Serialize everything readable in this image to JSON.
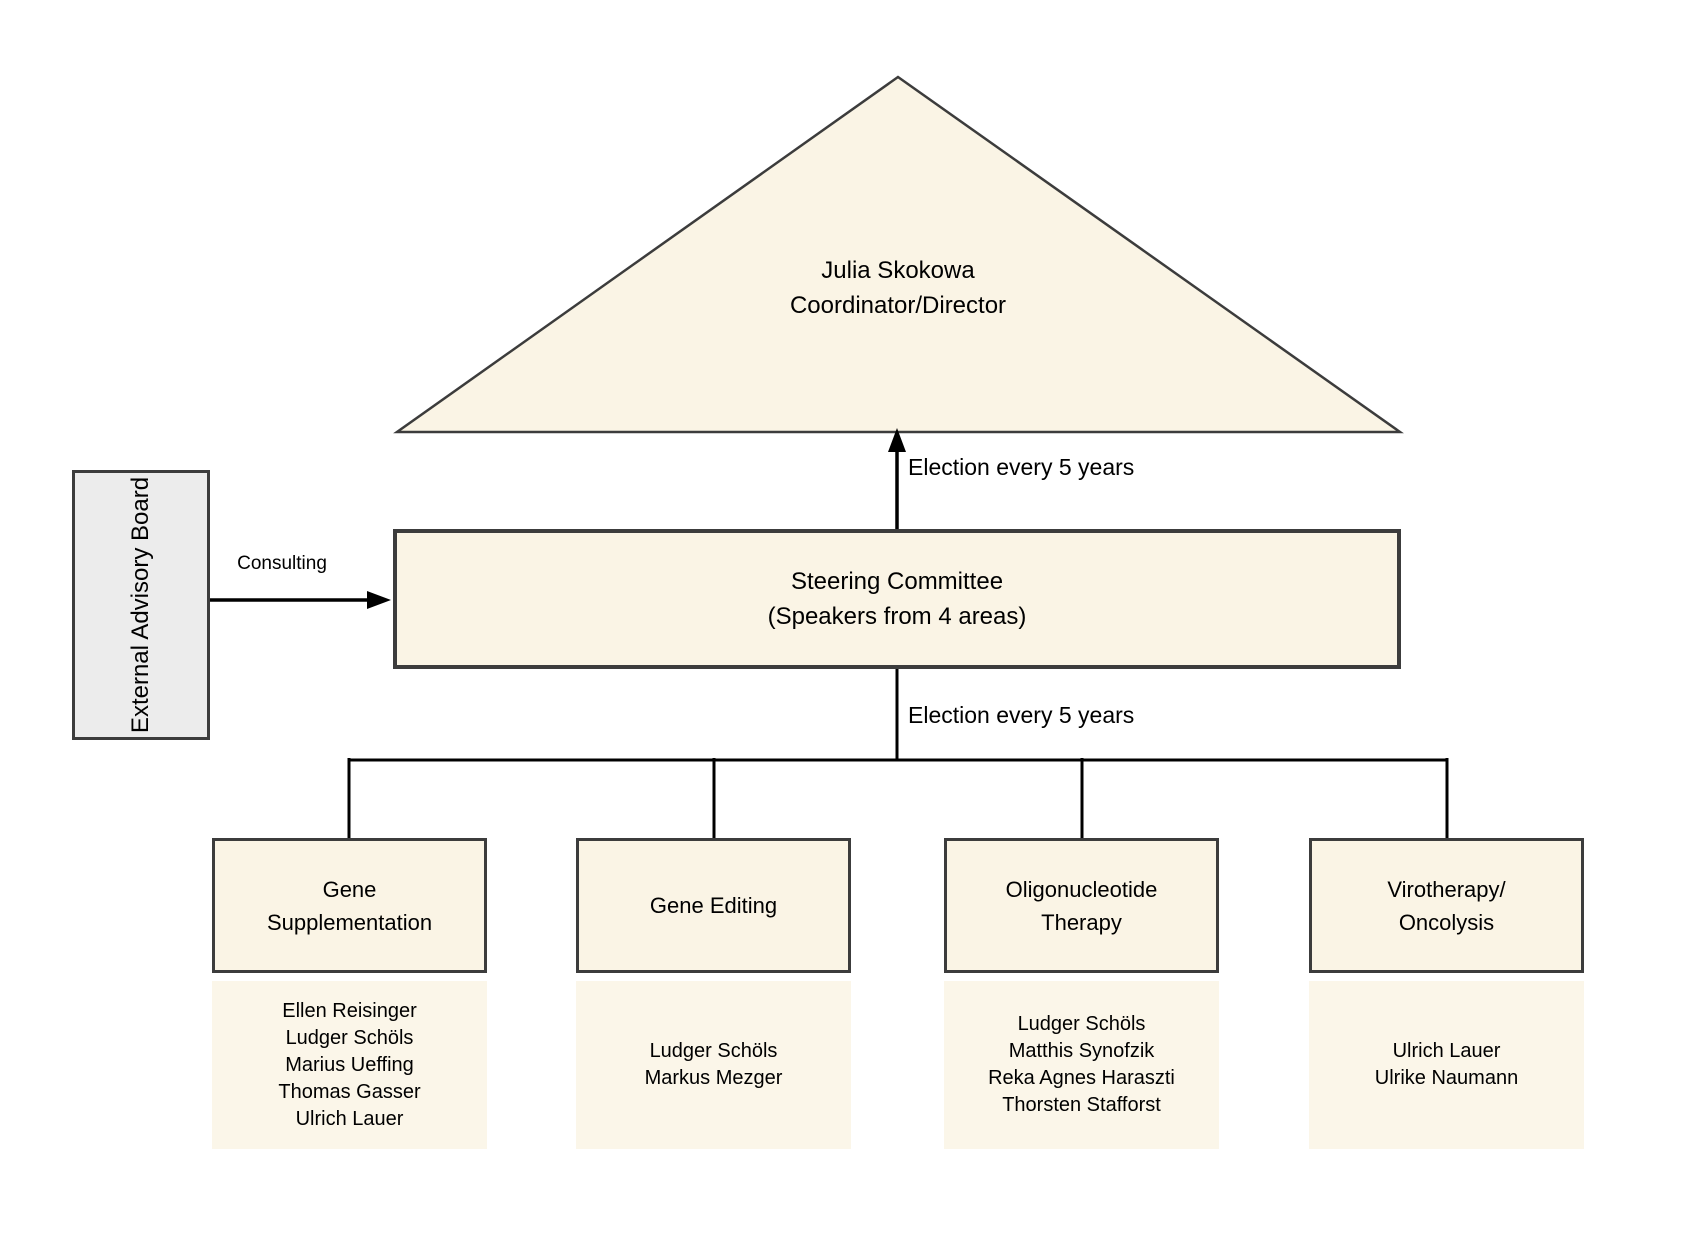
{
  "diagram": {
    "coordinator": {
      "name": "Julia Skokowa",
      "role": "Coordinator/Director"
    },
    "steering": {
      "line1": "Steering Committee",
      "line2": "(Speakers from 4 areas)"
    },
    "advisory": {
      "label": "External Advisory Board"
    },
    "labels": {
      "consulting": "Consulting",
      "election_top": "Election every 5 years",
      "election_bottom": "Election every 5 years"
    },
    "areas": [
      {
        "title": "Gene Supplementation",
        "title_lines": [
          "Gene",
          "Supplementation"
        ],
        "members": [
          "Ellen Reisinger",
          "Ludger Schöls",
          "Marius Ueffing",
          "Thomas Gasser",
          "Ulrich Lauer"
        ]
      },
      {
        "title": "Gene Editing",
        "title_lines": [
          "Gene Editing"
        ],
        "members": [
          "Ludger Schöls",
          "Markus Mezger"
        ]
      },
      {
        "title": "Oligonucleotide Therapy",
        "title_lines": [
          "Oligonucleotide",
          "Therapy"
        ],
        "members": [
          "Ludger Schöls",
          "Matthis Synofzik",
          "Reka Agnes Haraszti",
          "Thorsten Stafforst"
        ]
      },
      {
        "title": "Virotherapy/Oncolysis",
        "title_lines": [
          "Virotherapy/",
          "Oncolysis"
        ],
        "members": [
          "Ulrich Lauer",
          "Ulrike Naumann"
        ]
      }
    ],
    "colors": {
      "box_fill": "#FAF4E5",
      "member_panel_fill": "#FBF6E9",
      "advisory_fill": "#ECECEC",
      "border": "#3C3C3C",
      "line": "#000000"
    }
  }
}
